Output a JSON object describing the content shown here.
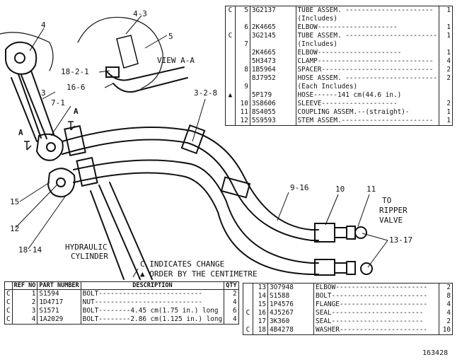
{
  "figure_number": "163428",
  "view_label": "VIEW A-A",
  "callouts": {
    "c4": "4",
    "c4_3": "4-3",
    "c5": "5",
    "c3": "3",
    "c7_1": "7-1",
    "c18_2_1": "18-2-1",
    "c16_6": "16-6",
    "c3_2_8": "3-2-8",
    "cA_left": "A",
    "cA_right": "A",
    "c15": "15",
    "c12": "12",
    "c18_14": "18-14",
    "c9_16": "9-16",
    "c10": "10",
    "c11": "11",
    "c13_17": "13-17"
  },
  "to_ripper_valve": [
    "TO",
    "RIPPER",
    "VALVE"
  ],
  "hydraulic_cylinder": [
    "HYDRAULIC",
    "CYLINDER"
  ],
  "notes": [
    "C INDICATES CHANGE",
    "▲ ORDER BY THE CENTIMETRE"
  ],
  "table_top": [
    {
      "c": "C",
      "ref": "5",
      "pn": "3G2137",
      "desc": "TUBE ASSEM. ----------------------",
      "qty": "1"
    },
    {
      "c": "",
      "ref": "",
      "pn": "",
      "desc": "(Includes)",
      "qty": ""
    },
    {
      "c": "",
      "ref": "6",
      "pn": "2K4665",
      "desc": "ELBOW--------------------",
      "qty": "1"
    },
    {
      "c": "C",
      "ref": "",
      "pn": "3G2145",
      "desc": "TUBE ASSEM. -----------------------",
      "qty": "1"
    },
    {
      "c": "",
      "ref": "7",
      "pn": "",
      "desc": "(Includes)",
      "qty": ""
    },
    {
      "c": "",
      "ref": "",
      "pn": "2K4665",
      "desc": "ELBOW---------------------",
      "qty": "1"
    },
    {
      "c": "",
      "ref": "",
      "pn": "5H3473",
      "desc": "CLAMP-----------------------------",
      "qty": "4"
    },
    {
      "c": "",
      "ref": "8",
      "pn": "1B5964",
      "desc": "SPACER----------------------------",
      "qty": "2"
    },
    {
      "c": "",
      "ref": "",
      "pn": "8J7952",
      "desc": "HOSE ASSEM. -----------------------",
      "qty": "2"
    },
    {
      "c": "",
      "ref": "9",
      "pn": "",
      "desc": "(Each Includes)",
      "qty": ""
    },
    {
      "c": "▲",
      "ref": "",
      "pn": "5P179",
      "desc": "HOSE------141 cm(44.6 in.)",
      "qty": ""
    },
    {
      "c": "",
      "ref": "10",
      "pn": "3S8606",
      "desc": "SLEEVE-------------------",
      "qty": "2"
    },
    {
      "c": "",
      "ref": "11",
      "pn": "8S4055",
      "desc": "COUPLING ASSEM.--(straight)-",
      "qty": "1"
    },
    {
      "c": "",
      "ref": "12",
      "pn": "5S9593",
      "desc": "STEM ASSEM.-----------------------",
      "qty": "1"
    }
  ],
  "table_bottom_left_headers": {
    "ref": "REF NO",
    "pn": "PART NUMBER",
    "desc": "DESCRIPTION",
    "qty": "QTY"
  },
  "table_bottom_left": [
    {
      "c": "C",
      "ref": "1",
      "pn": "S1594",
      "desc": "BOLT--------------------------",
      "qty": "2"
    },
    {
      "c": "C",
      "ref": "2",
      "pn": "1D4717",
      "desc": "NUT---------------------------",
      "qty": "4"
    },
    {
      "c": "C",
      "ref": "3",
      "pn": "S1571",
      "desc": "BOLT--------4.45 cm(1.75 in.) long",
      "qty": "6"
    },
    {
      "c": "C",
      "ref": "4",
      "pn": "1A2029",
      "desc": "BOLT--------2.86 cm(1.125 in.) long",
      "qty": "4"
    }
  ],
  "table_bottom_right": [
    {
      "c": "",
      "ref": "13",
      "pn": "3O7948",
      "desc": "ELBOW-----------------------",
      "qty": "2"
    },
    {
      "c": "",
      "ref": "14",
      "pn": "S1588",
      "desc": "BOLT------------------------",
      "qty": "8"
    },
    {
      "c": "",
      "ref": "15",
      "pn": "1P4576",
      "desc": "FLANGE----------------------",
      "qty": "4"
    },
    {
      "c": "C",
      "ref": "16",
      "pn": "4J5267",
      "desc": "SEAL-----------------------",
      "qty": "4"
    },
    {
      "c": "",
      "ref": "17",
      "pn": "3K360",
      "desc": "SEAL-----------------------",
      "qty": "2"
    },
    {
      "c": "C",
      "ref": "18",
      "pn": "4B4278",
      "desc": "WASHER----------------------",
      "qty": "10"
    }
  ]
}
